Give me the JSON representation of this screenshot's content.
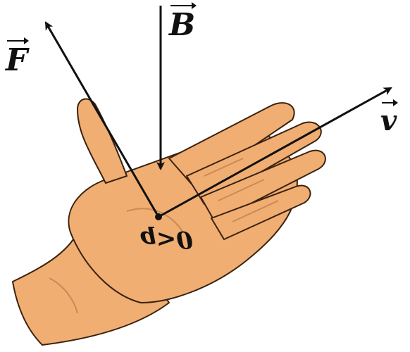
{
  "labels": {
    "force": "F",
    "field": "B",
    "velocity": "v",
    "charge": "q>0"
  },
  "colors": {
    "skin": "#F0AE72",
    "skin_shadow": "#C98A55",
    "outline": "#3A2210",
    "arrow": "#111111",
    "background": "#FFFFFF"
  }
}
